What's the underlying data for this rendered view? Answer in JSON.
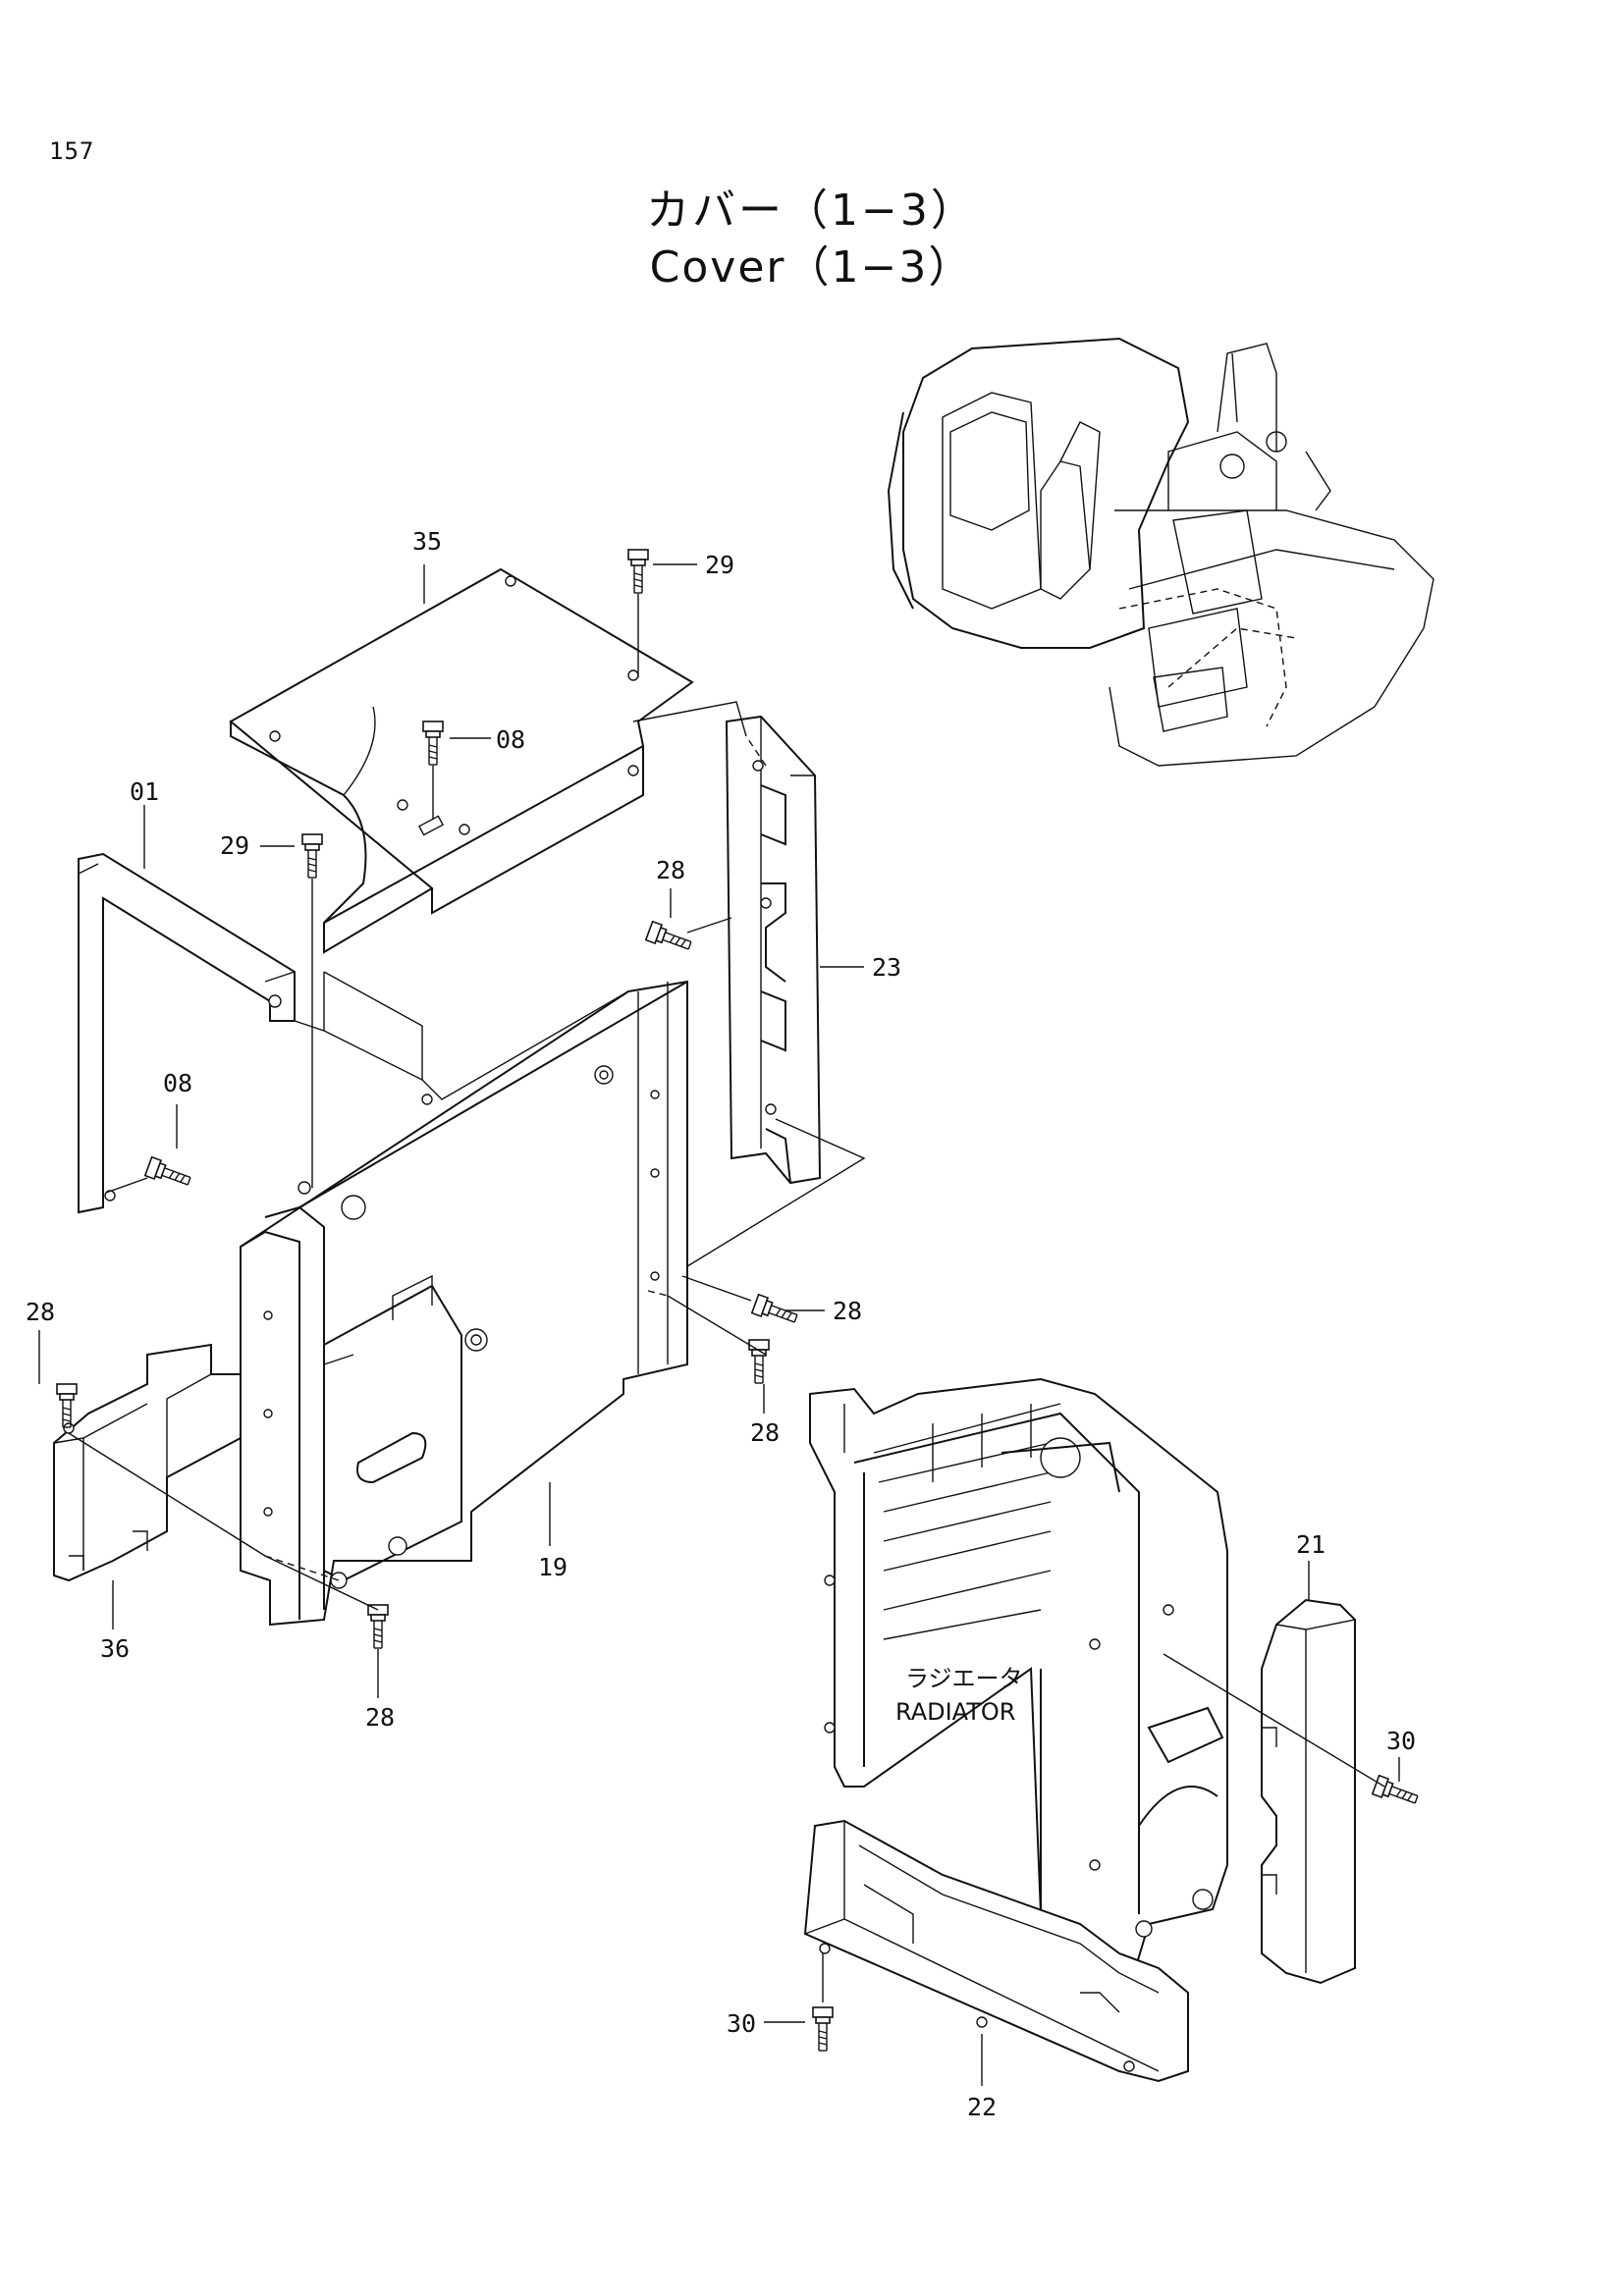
{
  "page_number": "157",
  "title_jp": "カバー（1−3）",
  "title_en": "Cover（1−3）",
  "radiator_label_jp": "ラジエータ",
  "radiator_label_en": "RADIATOR",
  "callouts": {
    "c35": "35",
    "c29a": "29",
    "c08a": "08",
    "c01": "01",
    "c29b": "29",
    "c28a": "28",
    "c23": "23",
    "c08b": "08",
    "c28b": "28",
    "c28c": "28",
    "c28d": "28",
    "c19": "19",
    "c36": "36",
    "c28e": "28",
    "c21": "21",
    "c30a": "30",
    "c30b": "30",
    "c22": "22"
  },
  "icons": {
    "excavator": "excavator-overview-icon",
    "bolt": "flange-bolt-icon"
  }
}
